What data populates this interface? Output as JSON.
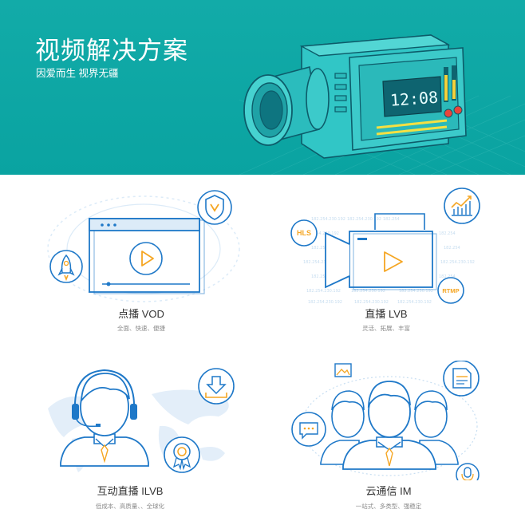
{
  "banner": {
    "title": "视频解决方案",
    "subtitle": "因爱而生 视界无疆",
    "clock": "12:08"
  },
  "products": [
    {
      "name": "点播 VOD",
      "desc": "全面、快速、便捷"
    },
    {
      "name": "直播 LVB",
      "desc": "灵活、拓展、丰富",
      "tags": [
        "HLS",
        "RTMP"
      ]
    },
    {
      "name": "互动直播 ILVB",
      "desc": "低成本、高质量、、全球化"
    },
    {
      "name": "云通信 IM",
      "desc": "一站式、多类型、强稳定"
    }
  ],
  "colors": {
    "teal": "#12aba8",
    "blue": "#1e78c8",
    "orange": "#f5a623",
    "lightblue": "#dcebf8"
  }
}
